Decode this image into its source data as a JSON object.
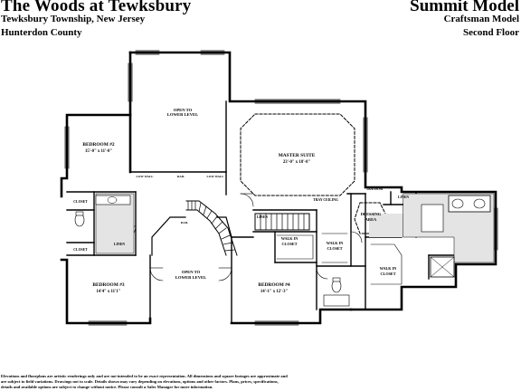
{
  "header": {
    "title": "The Woods at Tewksbury",
    "location": "Tewksbury Township, New Jersey",
    "county": "Hunterdon County",
    "model": "Summit Model",
    "style": "Craftsman Model",
    "floor": "Second Floor"
  },
  "rooms": {
    "open_upper": {
      "line1": "OPEN TO",
      "line2": "LOWER LEVEL"
    },
    "bedroom2": {
      "name": "BEDROOM #2",
      "dims": "15'-0\" x 11'-0\""
    },
    "master": {
      "name": "MASTER SUITE",
      "dims": "23'-0\" x 18'-8\""
    },
    "tray": "TRAY CEILING",
    "transom": "TRANSOM",
    "closet_a": "CLOSET",
    "closet_b": "CLOSET",
    "linen_a": "LINEN",
    "linen_b": "LINEN",
    "linen_c": "LINEN",
    "dressing": {
      "line1": "DRESSING",
      "line2": "AREA"
    },
    "wic_a": {
      "line1": "WALK IN",
      "line2": "CLOSET"
    },
    "wic_b": {
      "line1": "WALK IN",
      "line2": "CLOSET"
    },
    "wic_c": {
      "line1": "WALK IN",
      "line2": "CLOSET"
    },
    "bedroom3": {
      "name": "BEDROOM #3",
      "dims": "14'4\" x 11'1\""
    },
    "open_lower": {
      "line1": "OPEN TO",
      "line2": "LOWER LEVEL"
    },
    "bedroom4": {
      "name": "BEDROOM #4",
      "dims": "14'-1\" x 12'-3\""
    },
    "rail": "RAIL",
    "low_wall_a": "LOW WALL",
    "low_wall_b": "LOW WALL",
    "low_wall_c": "RAIL"
  },
  "disclaimer": {
    "line1": "Elevations and floorplans are artistic renderings only and are not intended to be an exact representation. All dimensions and square footages are approximate and",
    "line2": "are subject to field variations. Drawings not to scale. Details shown may vary depending on elevations, options and other factors. Plans, prices, specifications,",
    "line3": "details and available options are subject to change without notice. Please consult a Sales Manager for more information."
  }
}
